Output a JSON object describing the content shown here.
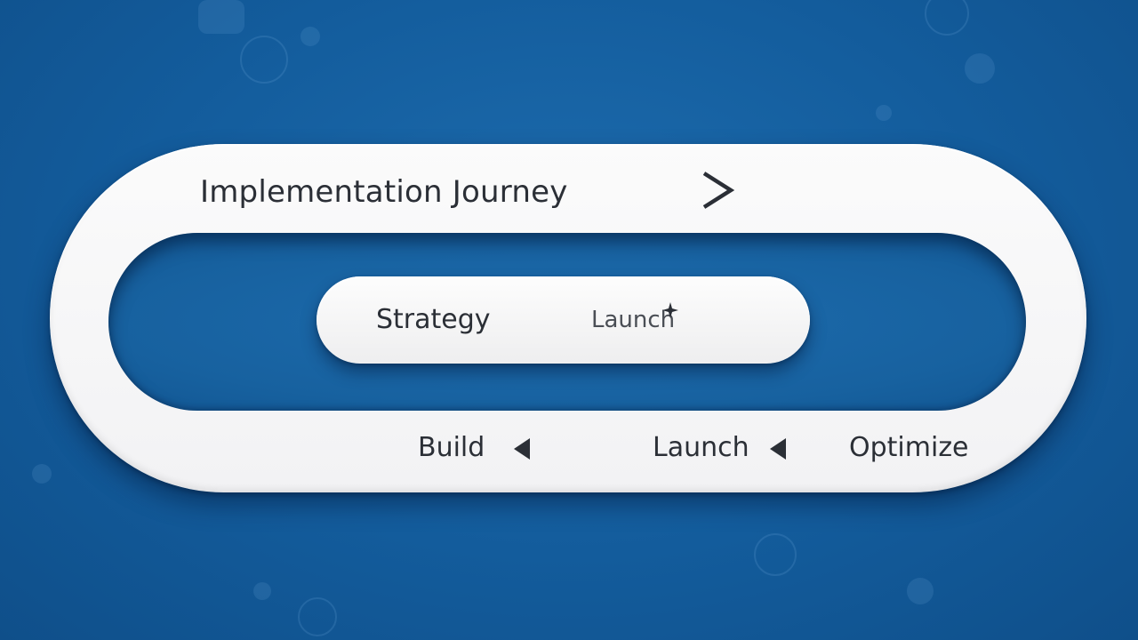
{
  "diagram": {
    "title": "Implementation Journey",
    "inner_steps": [
      "Strategy",
      "Launch"
    ],
    "bottom_steps": [
      "Build",
      "Launch",
      "Optimize"
    ]
  },
  "icons": {
    "title_arrow": "chevron-right-icon",
    "step_arrow": "triangle-left-icon",
    "accent": "sparkle-icon"
  },
  "colors": {
    "background": "#135c9c",
    "track": "#f4f4f5",
    "text": "#2b2f36"
  }
}
